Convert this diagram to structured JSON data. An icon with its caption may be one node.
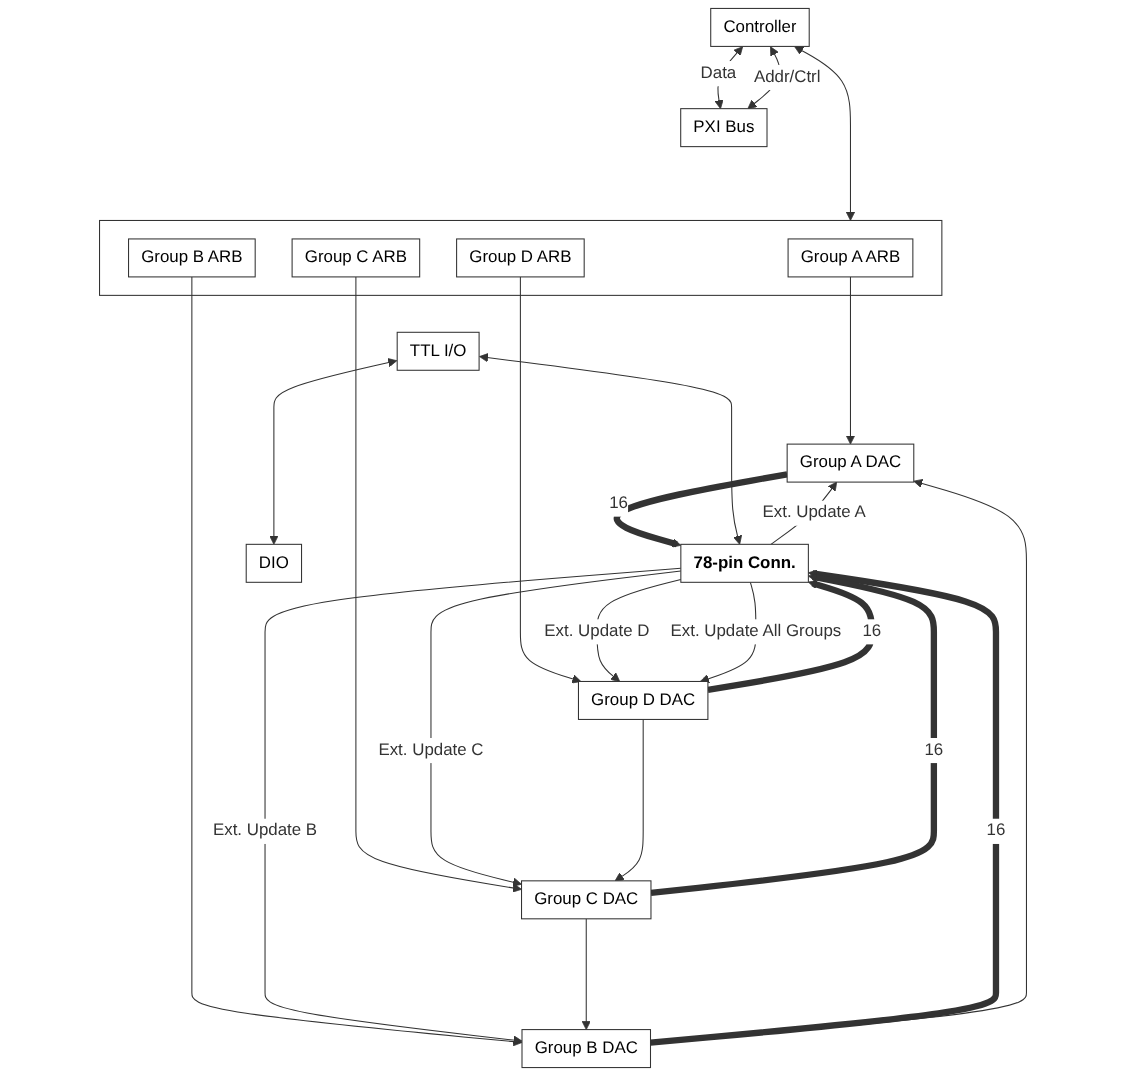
{
  "diagram": {
    "nodes": [
      {
        "text": [
          "Controller"
        ]
      },
      {
        "text": [
          "PXI Bus"
        ]
      },
      {
        "text": [],
        "shape": "box"
      },
      {
        "text": [
          "Group A ARB"
        ],
        "in": 2
      },
      {
        "text": [
          "Group B ARB"
        ],
        "in": 2
      },
      {
        "text": [
          "Group C ARB"
        ],
        "in": 2
      },
      {
        "text": [
          "Group D ARB"
        ],
        "in": 2
      },
      {
        "text": [
          "Group A DAC"
        ]
      },
      {
        "text": [
          "Group B DAC"
        ]
      },
      {
        "text": [
          "Group C DAC"
        ]
      },
      {
        "text": [
          "Group D DAC"
        ]
      },
      {
        "text": [
          "78-pin Conn."
        ]
      },
      {
        "text": [
          "TTL I/O"
        ]
      },
      {
        "text": [
          "DIO"
        ]
      }
    ],
    "edges": [
      {
        "from": 0,
        "to": 2,
        "arrow": "both"
      },
      {
        "from": 0,
        "to": 1,
        "arrow": "both",
        "label": "Data"
      },
      {
        "from": 0,
        "to": 1,
        "arrow": "both",
        "label": "Addr/Ctrl"
      },
      {
        "from": 3,
        "to": 7,
        "arrow": "to"
      },
      {
        "from": 4,
        "to": 8,
        "arrow": "to"
      },
      {
        "from": 5,
        "to": 9,
        "arrow": "to"
      },
      {
        "from": 6,
        "to": 10,
        "arrow": "to"
      },
      {
        "from": 7,
        "to": 11,
        "arrow": "to",
        "label": "16",
        "style": "thick"
      },
      {
        "from": 8,
        "to": 11,
        "arrow": "to",
        "label": "16",
        "style": "thick"
      },
      {
        "from": 9,
        "to": 11,
        "arrow": "to",
        "label": "16",
        "style": "thick"
      },
      {
        "from": 10,
        "to": 11,
        "arrow": "to",
        "label": "16",
        "style": "thick"
      },
      {
        "from": 11,
        "to": 7,
        "arrow": "to",
        "label": "Ext. Update A"
      },
      {
        "from": 11,
        "to": 8,
        "arrow": "to",
        "label": "Ext. Update B"
      },
      {
        "from": 11,
        "to": 9,
        "arrow": "to",
        "label": "Ext. Update C"
      },
      {
        "from": 11,
        "to": 10,
        "arrow": "to",
        "label": "Ext. Update D"
      },
      {
        "from": 8,
        "to": 7,
        "arrow": "to"
      },
      {
        "from": 9,
        "to": 8,
        "arrow": "to"
      },
      {
        "from": 10,
        "to": 9,
        "arrow": "to"
      },
      {
        "from": 11,
        "to": 10,
        "arrow": "to",
        "label": "Ext. Update All Groups"
      },
      {
        "from": 12,
        "to": 11,
        "arrow": "both"
      },
      {
        "from": 12,
        "to": 13,
        "arrow": "both"
      }
    ]
  }
}
